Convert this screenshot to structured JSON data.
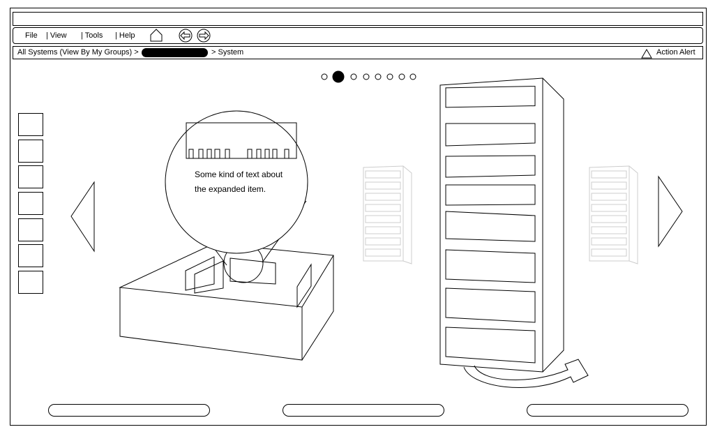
{
  "menu": {
    "file": "File",
    "view": "| View",
    "tools": "| Tools",
    "help": "| Help"
  },
  "breadcrumb": {
    "root": "All Systems (View By My Groups)  >",
    "current": "> System"
  },
  "alert": {
    "label": "Action Alert"
  },
  "carousel": {
    "pages": 8,
    "active_index": 1
  },
  "callout": {
    "line1": "Some kind of text about",
    "line2": "the expanded item."
  }
}
